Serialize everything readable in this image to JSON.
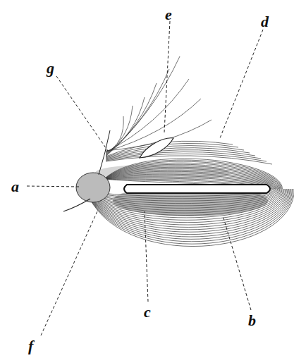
{
  "diagram": {
    "labels": [
      "e",
      "d",
      "g",
      "a",
      "c",
      "b",
      "f"
    ]
  }
}
